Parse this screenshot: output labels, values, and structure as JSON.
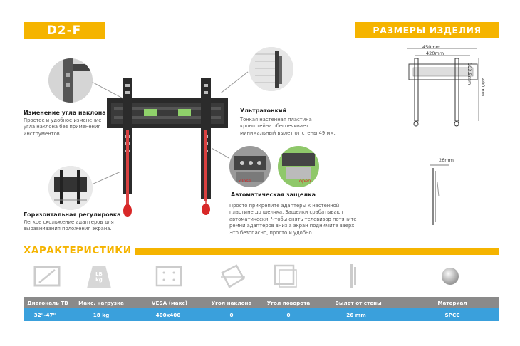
{
  "header": {
    "model": "D2-F",
    "dimensions_title": "РАЗМЕРЫ ИЗДЕЛИЯ"
  },
  "features": {
    "tilt": {
      "title": "Изменение угла наклона",
      "desc": [
        "Простое и удобное изменение",
        "угла наклона без применения",
        "инструментов."
      ]
    },
    "slim": {
      "title": "Ультратонкий",
      "desc": [
        "Тонкая настенная пластина",
        "кронштейна обеспечивает",
        "минимальный вылет от стены 49 мм."
      ]
    },
    "horizontal": {
      "title": "Горизонтальная регулировка",
      "desc": [
        "Легкое скольжение адаптеров для",
        "выравнивания положения экрана."
      ]
    },
    "latch": {
      "title": "Автоматическая защелка",
      "desc": [
        "Просто прикрепите адаптеры к настенной",
        "пластине до щелчка. Защелки срабатывают",
        "автоматически. Чтобы снять телевизор потяните",
        "ремни адаптеров вниз,а экран поднимите вверх.",
        "Это безопасно, просто и удобно."
      ],
      "close_label": "close",
      "open_label": "open"
    }
  },
  "dimensions": {
    "width_outer": "450mm",
    "width_inner": "420mm",
    "height_inner": "103.5mm",
    "height_outer": "400mm",
    "depth": "26mm"
  },
  "specs": {
    "title": "ХАРАКТЕРИСТИКИ",
    "weight_icon_text": [
      "LB",
      "kg"
    ],
    "headers": [
      "Диагональ ТВ",
      "Макс. нагрузка",
      "VESA (макс)",
      "Угол наклона",
      "Угол поворота",
      "Вылет от стены",
      "Материал"
    ],
    "values": [
      "32\"-47\"",
      "18 kg",
      "400x400",
      "0",
      "0",
      "26 mm",
      "SPCC"
    ]
  },
  "colors": {
    "accent": "#f5b400",
    "table_header": "#8a8a8a",
    "table_row": "#3aa0dc"
  }
}
